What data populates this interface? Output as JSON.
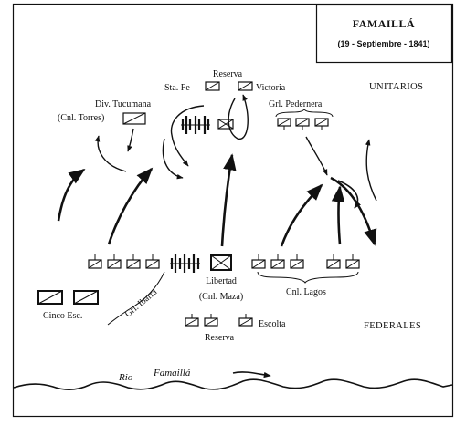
{
  "title": "FAMAILLÁ",
  "date": "(19 - Septiembre - 1841)",
  "sides": {
    "unitarios": "UNITARIOS",
    "federales": "FEDERALES"
  },
  "unitarios_labels": {
    "reserva": "Reserva",
    "sta_fe": "Sta. Fe",
    "victoria": "Victoria",
    "div_tucumana": "Div. Tucumana",
    "cnl_torres": "(Cnl. Torres)",
    "grl_pedernera": "Grl. Pedernera"
  },
  "federales_labels": {
    "cinco_esc": "Cinco Esc.",
    "grl_ibarra": "Grl. Ibarra",
    "libertad": "Libertad",
    "cnl_maza": "(Cnl. Maza)",
    "cnl_lagos": "Cnl. Lagos",
    "escolta": "Escolta",
    "reserva": "Reserva"
  },
  "river": {
    "label_rio": "Rio",
    "label_name": "Famaillá"
  }
}
